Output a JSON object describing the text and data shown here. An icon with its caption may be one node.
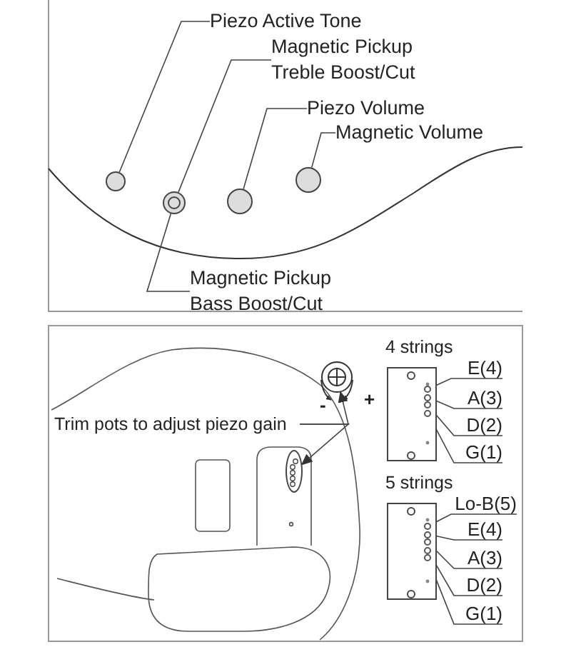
{
  "diagram": {
    "nodes": [
      {
        "text": [
          "Piezo Active Tone"
        ]
      },
      {
        "text": [
          "Magnetic Pickup Treble Boost/Cut"
        ]
      },
      {
        "text": [
          "Piezo Volume"
        ]
      },
      {
        "text": [
          "Magnetic Volume"
        ]
      },
      {
        "text": [],
        "shape": "circle"
      },
      {
        "text": [],
        "shape": "circle"
      },
      {
        "text": [],
        "shape": "circle"
      },
      {
        "text": [],
        "shape": "circle"
      },
      {
        "text": [
          "Magnetic Pickup Bass Boost/Cut"
        ]
      },
      {
        "text": [],
        "shape": "circle"
      },
      {
        "text": [
          "Trim pots to adjust piezo gain"
        ]
      },
      {
        "text": [],
        "shape": "ellipse"
      },
      {
        "text": [],
        "shape": "box"
      },
      {
        "text": [],
        "shape": "circle",
        "in": 12
      },
      {
        "text": [],
        "shape": "circle",
        "in": 12
      },
      {
        "text": [],
        "shape": "circle",
        "in": 12
      },
      {
        "text": [],
        "shape": "circle",
        "in": 12
      },
      {
        "text": [
          "E(4)"
        ]
      },
      {
        "text": [
          "A(3)"
        ]
      },
      {
        "text": [
          "D(2)"
        ]
      },
      {
        "text": [
          "G(1)"
        ]
      },
      {
        "text": [],
        "shape": "box"
      },
      {
        "text": [],
        "shape": "circle",
        "in": 21
      },
      {
        "text": [],
        "shape": "circle",
        "in": 21
      },
      {
        "text": [],
        "shape": "circle",
        "in": 21
      },
      {
        "text": [],
        "shape": "circle",
        "in": 21
      },
      {
        "text": [],
        "shape": "circle",
        "in": 21
      },
      {
        "text": [
          "Lo-B(5)"
        ]
      },
      {
        "text": [
          "E(4)"
        ]
      },
      {
        "text": [
          "A(3)"
        ]
      },
      {
        "text": [
          "D(2)"
        ]
      },
      {
        "text": [
          "G(1)"
        ]
      }
    ],
    "edges": [
      {
        "from": 0,
        "to": 4,
        "arrow": "none"
      },
      {
        "from": 1,
        "to": 5,
        "arrow": "none"
      },
      {
        "from": 2,
        "to": 6,
        "arrow": "none"
      },
      {
        "from": 3,
        "to": 7,
        "arrow": "none"
      },
      {
        "from": 8,
        "to": 5,
        "arrow": "none"
      },
      {
        "from": 10,
        "to": 9,
        "arrow": "to"
      },
      {
        "from": 10,
        "to": 11,
        "arrow": "to"
      },
      {
        "from": 17,
        "to": 13,
        "arrow": "none"
      },
      {
        "from": 18,
        "to": 14,
        "arrow": "none"
      },
      {
        "from": 19,
        "to": 15,
        "arrow": "none"
      },
      {
        "from": 20,
        "to": 16,
        "arrow": "none"
      },
      {
        "from": 27,
        "to": 22,
        "arrow": "none"
      },
      {
        "from": 28,
        "to": 23,
        "arrow": "none"
      },
      {
        "from": 29,
        "to": 24,
        "arrow": "none"
      },
      {
        "from": 30,
        "to": 25,
        "arrow": "none"
      },
      {
        "from": 31,
        "to": 26,
        "arrow": "none"
      }
    ],
    "labels": [
      "-",
      "+",
      "4 strings",
      "5 strings"
    ]
  }
}
